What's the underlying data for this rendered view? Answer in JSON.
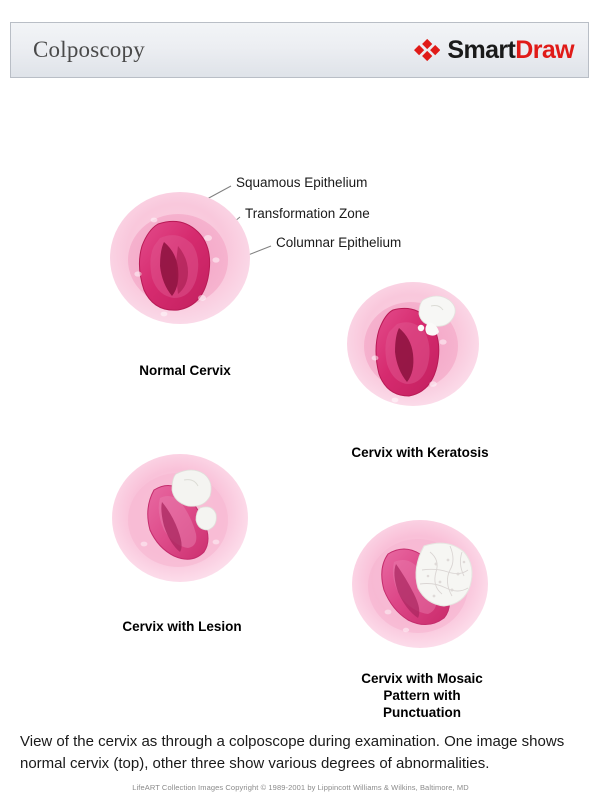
{
  "header": {
    "title": "Colposcopy",
    "brand": {
      "icon": "smartdraw-diamond-icon",
      "first": "Smart",
      "second": "Draw",
      "first_color": "#1a1a1a",
      "second_color": "#e01b18"
    }
  },
  "palette": {
    "outer_epithelium": "#f9c8dc",
    "transformation_zone": "#f3a8c8",
    "columnar_epithelium": "#d62b6f",
    "os_slit": "#8f1340",
    "lesion_white": "#f7f7f5",
    "leader_line": "#808080",
    "page_background": "#ffffff"
  },
  "callouts": [
    {
      "label": "Squamous Epithelium"
    },
    {
      "label": "Transformation Zone"
    },
    {
      "label": "Columnar Epithelium"
    }
  ],
  "figures": [
    {
      "id": "normal-cervix",
      "caption": "Normal Cervix",
      "lesions": []
    },
    {
      "id": "cervix-with-keratosis",
      "caption": "Cervix with Keratosis",
      "lesions": [
        "keratotic-patch"
      ]
    },
    {
      "id": "cervix-with-lesion",
      "caption": "Cervix with Lesion",
      "lesions": [
        "lesion-patch-upper",
        "lesion-patch-lower"
      ]
    },
    {
      "id": "cervix-with-mosaic",
      "caption": "Cervix with Mosaic\nPattern with\nPunctuation",
      "caption_line1": "Cervix with Mosaic",
      "caption_line2": "Pattern with",
      "caption_line3": "Punctuation",
      "lesions": [
        "mosaic-patch"
      ]
    }
  ],
  "description": "View of the cervix as through a colposcope during examination.  One image shows normal cervix (top), other three show various degrees of abnormalities.",
  "copyright": "LifeART Collection Images Copyright © 1989-2001 by Lippincott Williams & Wilkins, Baltimore, MD"
}
